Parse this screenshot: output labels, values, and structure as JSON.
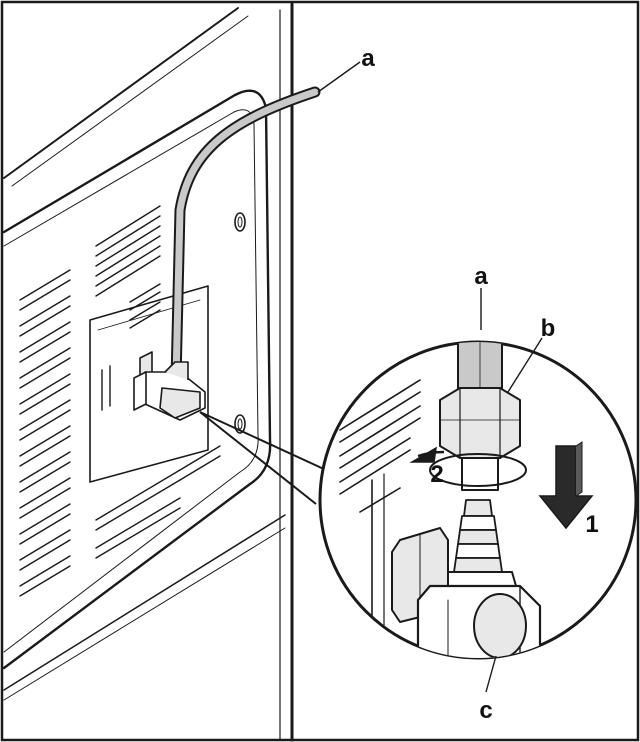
{
  "labels": {
    "hose_top": "a",
    "hose_zoom": "a",
    "nut": "b",
    "step_rotate": "2",
    "step_push": "1",
    "elbow": "c"
  },
  "colors": {
    "line": "#1a1a1a",
    "hose_fill": "#c9c9c9",
    "fitting_fill": "#e8e8e8",
    "arrow_fill": "#2a2a2a",
    "background": "#ffffff"
  }
}
